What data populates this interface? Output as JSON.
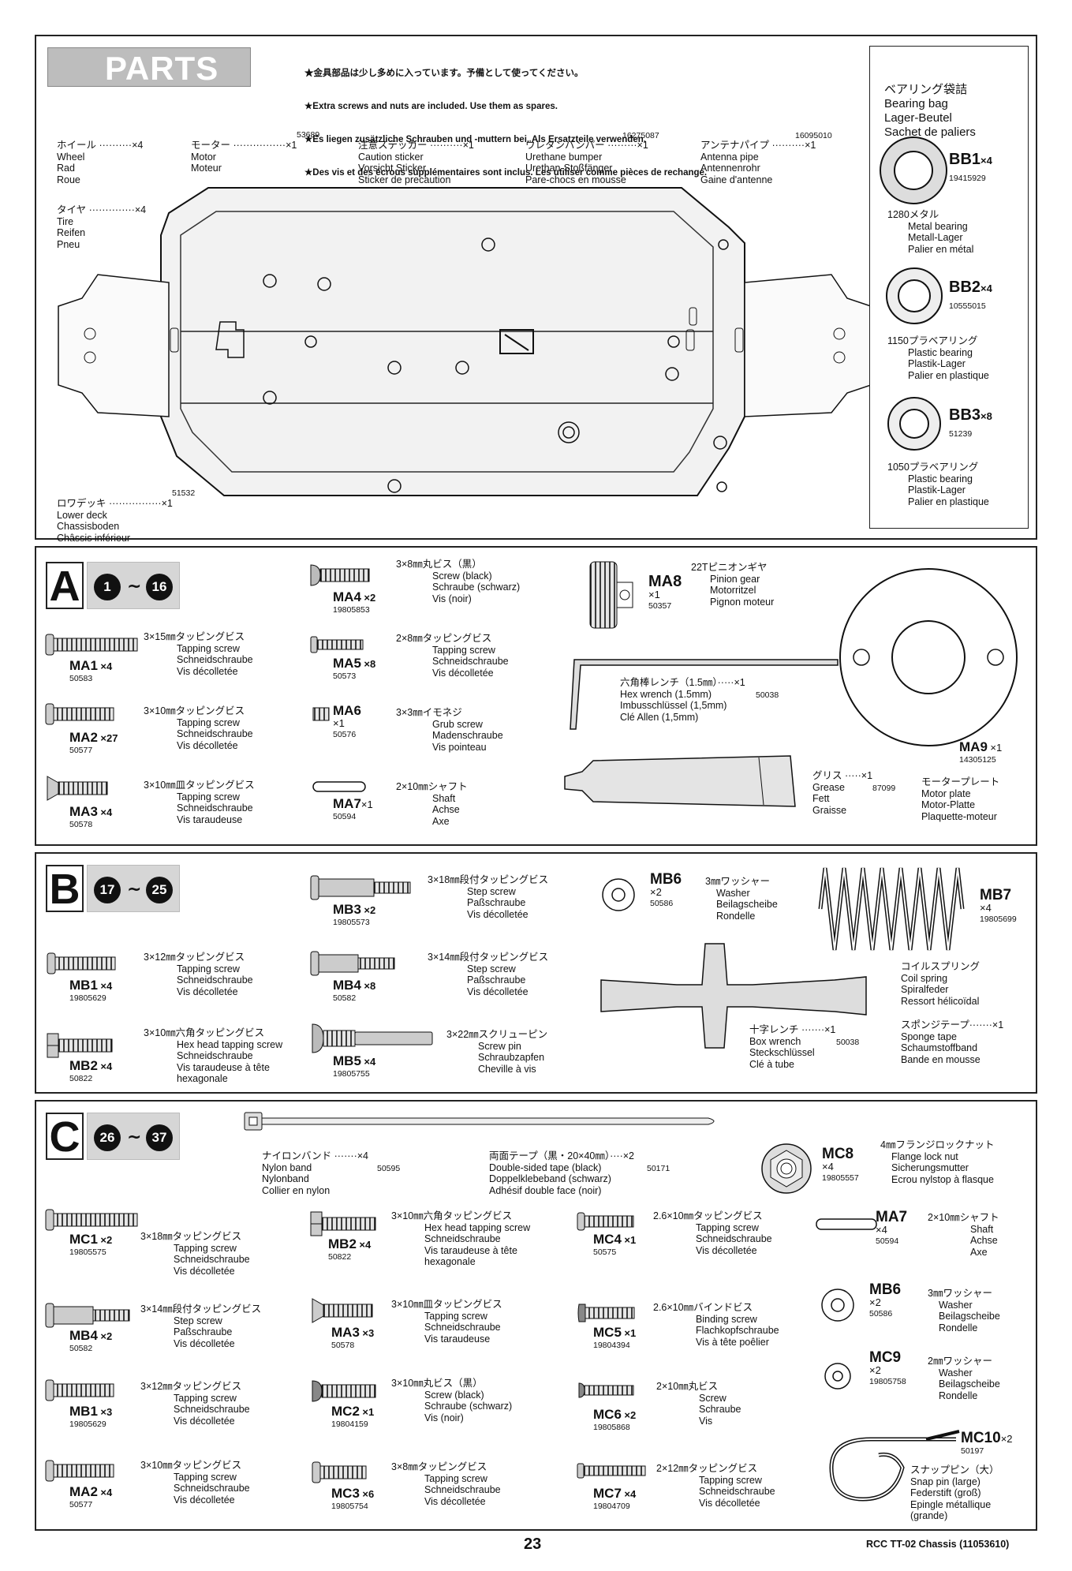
{
  "parts": {
    "title": "PARTS",
    "notes": [
      "★金具部品は少し多めに入っています。予備として使ってください。",
      "★Extra screws and nuts are included. Use them as spares.",
      "★Es liegen zusätzliche Schrauben und -muttern bei. Als Ersatzteile verwenden.",
      "★Des vis et des écrous supplémentaires sont inclus. Les utiliser comme pièces de rechange."
    ],
    "wheel": [
      "ホイール ··········×4",
      "Wheel",
      "Rad",
      "Roue"
    ],
    "tire": [
      "タイヤ ··············×4",
      "Tire",
      "Reifen",
      "Pneu"
    ],
    "motor": [
      "モーター ················×1",
      "Motor",
      "Moteur"
    ],
    "motor_no": "53689",
    "sticker": [
      "注意ステッカー ··········×1",
      "Caution sticker",
      "Vorsicht Sticker",
      "Sticker de precaution"
    ],
    "bumper": [
      "ウレタンバンパー ·········×1",
      "Urethane bumper",
      "Urethan-Stoßfänger",
      "Pare-chocs en mousse"
    ],
    "bumper_no": "16275087",
    "antenna": [
      "アンテナパイプ ··········×1",
      "Antenna pipe",
      "Antennenrohr",
      "Gaine d'antenne"
    ],
    "antenna_no": "16095010",
    "lowerdeck": [
      "ロワデッキ ················×1",
      "Lower deck",
      "Chassisboden",
      "Châssis inférieur"
    ],
    "lowerdeck_no": "51532",
    "bearing_title": [
      "ベアリング袋詰",
      "Bearing bag",
      "Lager-Beutel",
      "Sachet de paliers"
    ],
    "bb1": {
      "code": "BB1",
      "cnt": "×4",
      "no": "19415929",
      "desc": [
        "1280メタル",
        "Metal bearing",
        "Metall-Lager",
        "Palier en métal"
      ]
    },
    "bb2": {
      "code": "BB2",
      "cnt": "×4",
      "no": "10555015",
      "desc": [
        "1150プラベアリング",
        "Plastic bearing",
        "Plastik-Lager",
        "Palier en plastique"
      ]
    },
    "bb3": {
      "code": "BB3",
      "cnt": "×8",
      "no": "51239",
      "desc": [
        "1050プラベアリング",
        "Plastic bearing",
        "Plastik-Lager",
        "Palier en plastique"
      ]
    }
  },
  "bagA": {
    "letter": "A",
    "from": "1",
    "to": "16",
    "ma1": {
      "code": "MA1",
      "cnt": "×4",
      "no": "50583",
      "desc": [
        "3×15㎜タッピングビス",
        "Tapping screw",
        "Schneidschraube",
        "Vis décolletée"
      ]
    },
    "ma2": {
      "code": "MA2",
      "cnt": "×27",
      "no": "50577",
      "desc": [
        "3×10㎜タッピングビス",
        "Tapping screw",
        "Schneidschraube",
        "Vis décolletée"
      ]
    },
    "ma3": {
      "code": "MA3",
      "cnt": "×4",
      "no": "50578",
      "desc": [
        "3×10㎜皿タッピングビス",
        "Tapping screw",
        "Schneidschraube",
        "Vis taraudeuse"
      ]
    },
    "ma4": {
      "code": "MA4",
      "cnt": "×2",
      "no": "19805853",
      "desc": [
        "3×8㎜丸ビス（黒）",
        "Screw (black)",
        "Schraube (schwarz)",
        "Vis (noir)"
      ]
    },
    "ma5": {
      "code": "MA5",
      "cnt": "×8",
      "no": "50573",
      "desc": [
        "2×8㎜タッピングビス",
        "Tapping screw",
        "Schneidschraube",
        "Vis décolletée"
      ]
    },
    "ma6": {
      "code": "MA6",
      "cnt": "×1",
      "no": "50576",
      "desc": [
        "3×3㎜イモネジ",
        "Grub screw",
        "Madenschraube",
        "Vis pointeau"
      ]
    },
    "ma7": {
      "code": "MA7",
      "cnt": "×1",
      "no": "50594",
      "desc": [
        "2×10㎜シャフト",
        "Shaft",
        "Achse",
        "Axe"
      ]
    },
    "ma8": {
      "code": "MA8",
      "cnt": "×1",
      "no": "50357",
      "desc": [
        "22Tピニオンギヤ",
        "Pinion gear",
        "Motorritzel",
        "Pignon moteur"
      ]
    },
    "hex": {
      "desc": [
        "六角棒レンチ（1.5㎜）·····×1",
        "Hex wrench (1.5mm)",
        "Imbusschlüssel (1,5mm)",
        "Clé Allen (1,5mm)"
      ],
      "no": "50038"
    },
    "ma9": {
      "code": "MA9",
      "cnt": "×1",
      "no": "14305125",
      "desc": [
        "モータープレート",
        "Motor plate",
        "Motor-Platte",
        "Plaquette-moteur"
      ]
    },
    "grease": {
      "desc": [
        "グリス ·····×1",
        "Grease",
        "Fett",
        "Graisse"
      ],
      "no": "87099"
    }
  },
  "bagB": {
    "letter": "B",
    "from": "17",
    "to": "25",
    "mb1": {
      "code": "MB1",
      "cnt": "×4",
      "no": "19805629",
      "desc": [
        "3×12㎜タッピングビス",
        "Tapping screw",
        "Schneidschraube",
        "Vis décolletée"
      ]
    },
    "mb2": {
      "code": "MB2",
      "cnt": "×4",
      "no": "50822",
      "desc": [
        "3×10㎜六角タッピングビス",
        "Hex head tapping screw",
        "Schneidschraube",
        "Vis taraudeuse à tête",
        "hexagonale"
      ]
    },
    "mb3": {
      "code": "MB3",
      "cnt": "×2",
      "no": "19805573",
      "desc": [
        "3×18㎜段付タッピングビス",
        "Step screw",
        "Paßschraube",
        "Vis décolletée"
      ]
    },
    "mb4": {
      "code": "MB4",
      "cnt": "×8",
      "no": "50582",
      "desc": [
        "3×14㎜段付タッピングビス",
        "Step screw",
        "Paßschraube",
        "Vis décolletée"
      ]
    },
    "mb5": {
      "code": "MB5",
      "cnt": "×4",
      "no": "19805755",
      "desc": [
        "3×22㎜スクリューピン",
        "Screw pin",
        "Schraubzapfen",
        "Cheville à vis"
      ]
    },
    "mb6": {
      "code": "MB6",
      "cnt": "×2",
      "no": "50586",
      "desc": [
        "3㎜ワッシャー",
        "Washer",
        "Beilagscheibe",
        "Rondelle"
      ]
    },
    "mb7": {
      "code": "MB7",
      "cnt": "×4",
      "no": "19805699",
      "desc": [
        "コイルスプリング",
        "Coil spring",
        "Spiralfeder",
        "Ressort hélicoïdal"
      ]
    },
    "box": {
      "desc": [
        "十字レンチ ·······×1",
        "Box wrench",
        "Steckschlüssel",
        "Clé à tube"
      ],
      "no": "50038"
    },
    "sponge": {
      "desc": [
        "スポンジテープ·······×1",
        "Sponge tape",
        "Schaumstoffband",
        "Bande en mousse"
      ]
    }
  },
  "bagC": {
    "letter": "C",
    "from": "26",
    "to": "37",
    "nylon": {
      "desc": [
        "ナイロンバンド ·······×4",
        "Nylon band",
        "Nylonband",
        "Collier en nylon"
      ],
      "no": "50595"
    },
    "tape": {
      "desc": [
        "両面テープ（黒・20×40㎜）····×2",
        "Double-sided tape (black)",
        "Doppelklebeband (schwarz)",
        "Adhésif double face (noir)"
      ],
      "no": "50171"
    },
    "mc8": {
      "code": "MC8",
      "cnt": "×4",
      "no": "19805557",
      "desc": [
        "4㎜フランジロックナット",
        "Flange lock nut",
        "Sicherungsmutter",
        "Ecrou nylstop à flasque"
      ]
    },
    "mc1": {
      "code": "MC1",
      "cnt": "×2",
      "no": "19805575",
      "desc": [
        "3×18㎜タッピングビス",
        "Tapping screw",
        "Schneidschraube",
        "Vis décolletée"
      ]
    },
    "mb4": {
      "code": "MB4",
      "cnt": "×2",
      "no": "50582",
      "desc": [
        "3×14㎜段付タッピングビス",
        "Step screw",
        "Paßschraube",
        "Vis décolletée"
      ]
    },
    "mb1": {
      "code": "MB1",
      "cnt": "×3",
      "no": "19805629",
      "desc": [
        "3×12㎜タッピングビス",
        "Tapping screw",
        "Schneidschraube",
        "Vis décolletée"
      ]
    },
    "ma2": {
      "code": "MA2",
      "cnt": "×4",
      "no": "50577",
      "desc": [
        "3×10㎜タッピングビス",
        "Tapping screw",
        "Schneidschraube",
        "Vis décolletée"
      ]
    },
    "mb2": {
      "code": "MB2",
      "cnt": "×4",
      "no": "50822",
      "desc": [
        "3×10㎜六角タッピングビス",
        "Hex head tapping screw",
        "Schneidschraube",
        "Vis taraudeuse à tête",
        "hexagonale"
      ]
    },
    "ma3": {
      "code": "MA3",
      "cnt": "×3",
      "no": "50578",
      "desc": [
        "3×10㎜皿タッピングビス",
        "Tapping screw",
        "Schneidschraube",
        "Vis taraudeuse"
      ]
    },
    "mc2": {
      "code": "MC2",
      "cnt": "×1",
      "no": "19804159",
      "desc": [
        "3×10㎜丸ビス（黒）",
        "Screw (black)",
        "Schraube (schwarz)",
        "Vis (noir)"
      ]
    },
    "mc3": {
      "code": "MC3",
      "cnt": "×6",
      "no": "19805754",
      "desc": [
        "3×8㎜タッピングビス",
        "Tapping screw",
        "Schneidschraube",
        "Vis décolletée"
      ]
    },
    "mc4": {
      "code": "MC4",
      "cnt": "×1",
      "no": "50575",
      "desc": [
        "2.6×10㎜タッピングビス",
        "Tapping screw",
        "Schneidschraube",
        "Vis décolletée"
      ]
    },
    "mc5": {
      "code": "MC5",
      "cnt": "×1",
      "no": "19804394",
      "desc": [
        "2.6×10㎜バインドビス",
        "Binding screw",
        "Flachkopfschraube",
        "Vis à tête poêlier"
      ]
    },
    "mc6": {
      "code": "MC6",
      "cnt": "×2",
      "no": "19805868",
      "desc": [
        "2×10㎜丸ビス",
        "Screw",
        "Schraube",
        "Vis"
      ]
    },
    "mc7": {
      "code": "MC7",
      "cnt": "×4",
      "no": "19804709",
      "desc": [
        "2×12㎜タッピングビス",
        "Tapping screw",
        "Schneidschraube",
        "Vis décolletée"
      ]
    },
    "ma7": {
      "code": "MA7",
      "cnt": "×4",
      "no": "50594",
      "desc": [
        "2×10㎜シャフト",
        "Shaft",
        "Achse",
        "Axe"
      ]
    },
    "mb6": {
      "code": "MB6",
      "cnt": "×2",
      "no": "50586",
      "desc": [
        "3㎜ワッシャー",
        "Washer",
        "Beilagscheibe",
        "Rondelle"
      ]
    },
    "mc9": {
      "code": "MC9",
      "cnt": "×2",
      "no": "19805758",
      "desc": [
        "2㎜ワッシャー",
        "Washer",
        "Beilagscheibe",
        "Rondelle"
      ]
    },
    "mc10": {
      "code": "MC10",
      "cnt": "×2",
      "no": "50197",
      "desc": [
        "スナップピン（大）",
        "Snap pin (large)",
        "Federstift (groß)",
        "Epingle métallique",
        "(grande)"
      ]
    }
  },
  "footer": {
    "page": "23",
    "title": "RCC TT-02 Chassis (11053610)"
  }
}
